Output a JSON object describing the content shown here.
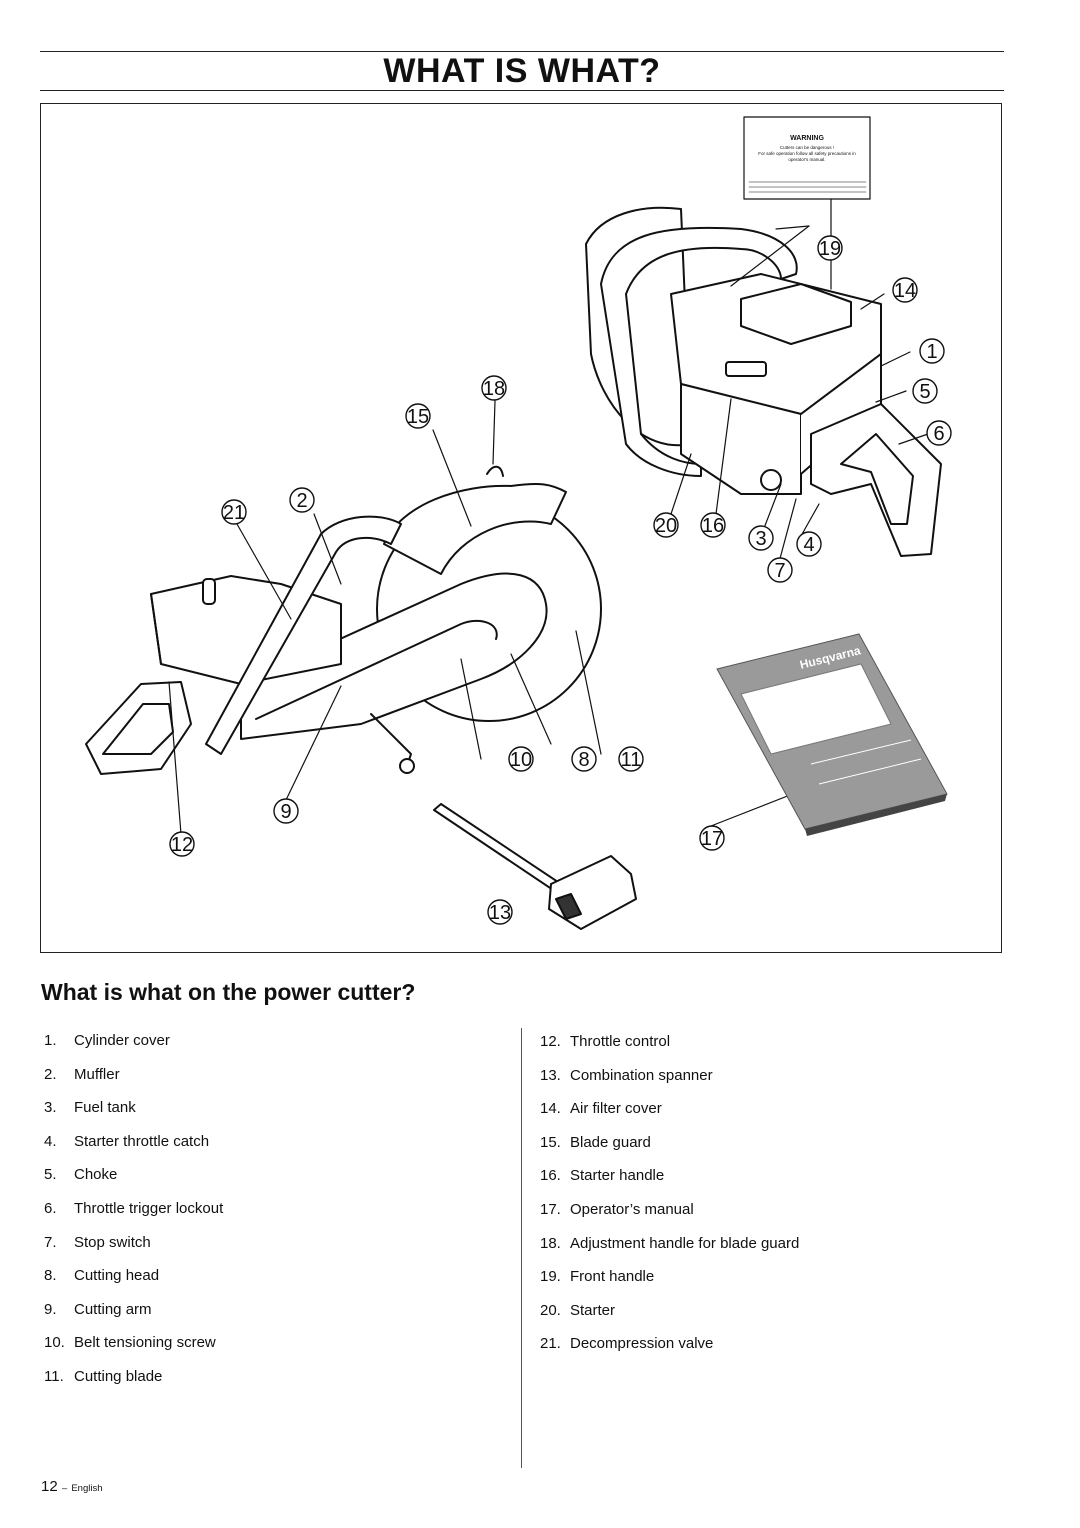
{
  "header": {
    "title": "WHAT IS WHAT?"
  },
  "figure": {
    "callouts": [
      "1",
      "2",
      "3",
      "4",
      "5",
      "6",
      "7",
      "8",
      "9",
      "10",
      "11",
      "12",
      "13",
      "14",
      "15",
      "16",
      "17",
      "18",
      "19",
      "20",
      "21"
    ],
    "warning_label": {
      "heading": "WARNING",
      "line1": "Cutters can be dangerous !",
      "line2": "For safe operation follow all safety precautions in",
      "line3": "operator's manual."
    },
    "manual_brand": "Husqvarna"
  },
  "section": {
    "heading": "What is what on the power cutter?"
  },
  "parts_left": [
    {
      "num": "1.",
      "label": "Cylinder cover"
    },
    {
      "num": "2.",
      "label": "Muffler"
    },
    {
      "num": "3.",
      "label": "Fuel tank"
    },
    {
      "num": "4.",
      "label": "Starter throttle catch"
    },
    {
      "num": "5.",
      "label": "Choke"
    },
    {
      "num": "6.",
      "label": "Throttle trigger lockout"
    },
    {
      "num": "7.",
      "label": "Stop switch"
    },
    {
      "num": "8.",
      "label": "Cutting head"
    },
    {
      "num": "9.",
      "label": "Cutting arm"
    },
    {
      "num": "10.",
      "label": "Belt tensioning screw"
    },
    {
      "num": "11.",
      "label": "Cutting blade"
    }
  ],
  "parts_right": [
    {
      "num": "12.",
      "label": "Throttle control"
    },
    {
      "num": "13.",
      "label": "Combination spanner"
    },
    {
      "num": "14.",
      "label": "Air filter cover"
    },
    {
      "num": "15.",
      "label": "Blade guard"
    },
    {
      "num": "16.",
      "label": "Starter handle"
    },
    {
      "num": "17.",
      "label": "Operator’s manual"
    },
    {
      "num": "18.",
      "label": "Adjustment handle for blade guard"
    },
    {
      "num": "19.",
      "label": "Front handle"
    },
    {
      "num": "20.",
      "label": "Starter"
    },
    {
      "num": "21.",
      "label": "Decompression valve"
    }
  ],
  "footer": {
    "page_number": "12",
    "separator": "–",
    "language": "English"
  }
}
